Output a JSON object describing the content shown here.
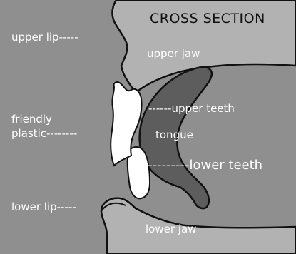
{
  "title": "CROSS SECTION",
  "labels": {
    "upper_lip": "upper lip-----",
    "upper_jaw": "upper jaw",
    "upper_teeth": "------upper teeth",
    "friendly_plastic_line1": "friendly",
    "friendly_plastic_line2": "plastic--------",
    "tongue": "tongue",
    "lower_teeth": "---------lower teeth",
    "lower_lip": "lower lip-----",
    "lower_jaw": "lower jaw"
  },
  "colors": {
    "background": "#8f8f8f",
    "flesh": "#b2b2b2",
    "dark_mouth": "#5d5d5d",
    "teeth": "#ffffff",
    "outline": "#111111",
    "label_text": "#ffffff",
    "title_text": "#111111"
  }
}
